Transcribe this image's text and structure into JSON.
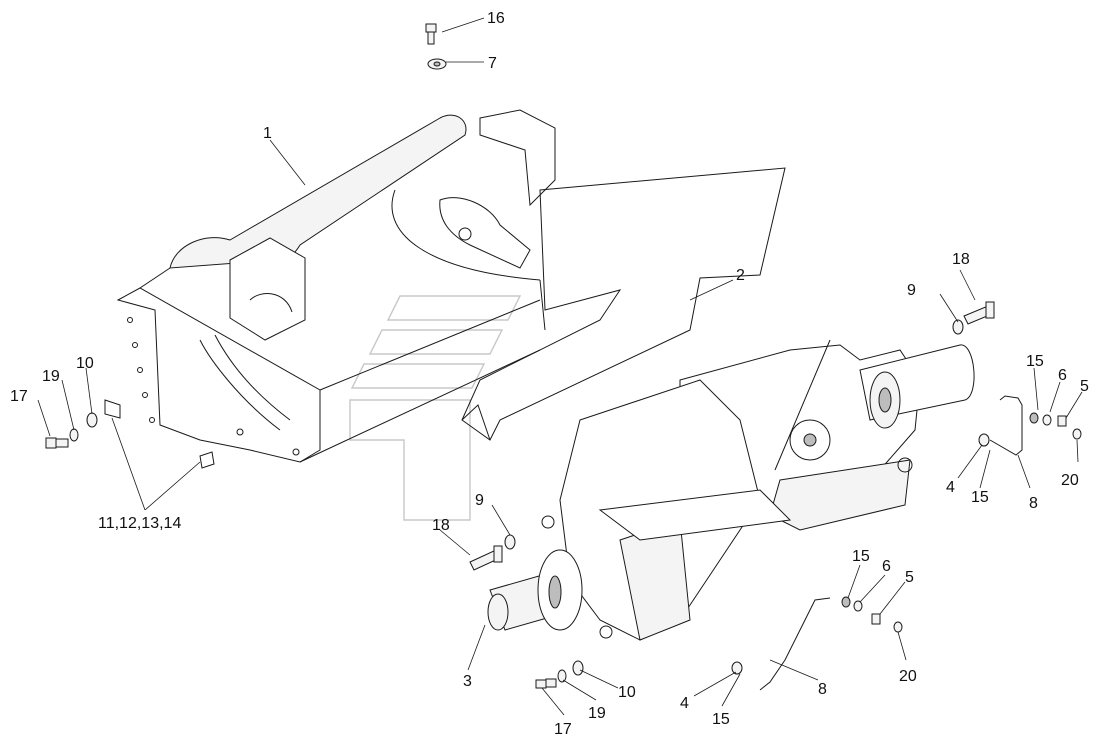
{
  "callouts": {
    "c1": "1",
    "c2": "2",
    "c3": "3",
    "c4a": "4",
    "c4b": "4",
    "c5a": "5",
    "c5b": "5",
    "c6a": "6",
    "c6b": "6",
    "c7": "7",
    "c8a": "8",
    "c8b": "8",
    "c9a": "9",
    "c9b": "9",
    "c10a": "10",
    "c10b": "10",
    "c11": "11,12,13,14",
    "c15a": "15",
    "c15b": "15",
    "c15c": "15",
    "c15d": "15",
    "c16": "16",
    "c17a": "17",
    "c17b": "17",
    "c18a": "18",
    "c18b": "18",
    "c19a": "19",
    "c19b": "19",
    "c20a": "20",
    "c20b": "20"
  }
}
